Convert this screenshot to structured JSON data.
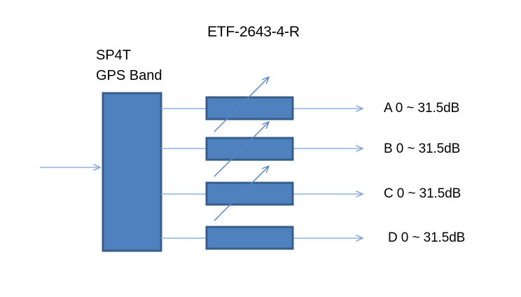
{
  "diagram": {
    "title": "ETF-2643-4-R",
    "switch": {
      "name": "SP4T",
      "band": "GPS Band",
      "type": "sp4t-switch-block"
    },
    "input": {
      "name": "rf-input",
      "arrow": "right-arrow-icon"
    },
    "attenuators": [
      {
        "id": "A",
        "symbol": "variable-attenuator-arrow-icon",
        "has_arrow": true
      },
      {
        "id": "B",
        "symbol": "variable-attenuator-arrow-icon",
        "has_arrow": true
      },
      {
        "id": "C",
        "symbol": "variable-attenuator-arrow-icon",
        "has_arrow": true
      },
      {
        "id": "D",
        "symbol": "attenuator-block",
        "has_arrow": false
      }
    ],
    "outputs": [
      {
        "label": "A 0 ~ 31.5dB",
        "channel": "A",
        "range": "0 ~ 31.5dB"
      },
      {
        "label": "B 0 ~ 31.5dB",
        "channel": "B",
        "range": "0 ~ 31.5dB"
      },
      {
        "label": "C 0 ~ 31.5dB",
        "channel": "C",
        "range": "0 ~ 31.5dB"
      },
      {
        "label": "D 0 ~ 31.5dB",
        "channel": "D",
        "range": "0 ~ 31.5dB"
      }
    ],
    "colors": {
      "block_fill": "#4E81BD",
      "block_stroke": "#385D8A",
      "wire": "#8EB4E3",
      "text": "#000000",
      "background": "#FFFFFF"
    }
  },
  "chart_data": {
    "type": "diagram",
    "title": "ETF-2643-4-R",
    "nodes": [
      {
        "id": "input",
        "label": "",
        "kind": "signal-input"
      },
      {
        "id": "sp4t",
        "label": "SP4T GPS Band",
        "kind": "switch"
      },
      {
        "id": "att_A",
        "label": "A",
        "kind": "variable-attenuator"
      },
      {
        "id": "att_B",
        "label": "B",
        "kind": "variable-attenuator"
      },
      {
        "id": "att_C",
        "label": "C",
        "kind": "variable-attenuator"
      },
      {
        "id": "att_D",
        "label": "D",
        "kind": "variable-attenuator"
      }
    ],
    "edges": [
      {
        "from": "input",
        "to": "sp4t"
      },
      {
        "from": "sp4t",
        "to": "att_A"
      },
      {
        "from": "sp4t",
        "to": "att_B"
      },
      {
        "from": "sp4t",
        "to": "att_C"
      },
      {
        "from": "sp4t",
        "to": "att_D"
      },
      {
        "from": "att_A",
        "to": "A 0 ~ 31.5dB"
      },
      {
        "from": "att_B",
        "to": "B 0 ~ 31.5dB"
      },
      {
        "from": "att_C",
        "to": "C 0 ~ 31.5dB"
      },
      {
        "from": "att_D",
        "to": "D 0 ~ 31.5dB"
      }
    ]
  }
}
